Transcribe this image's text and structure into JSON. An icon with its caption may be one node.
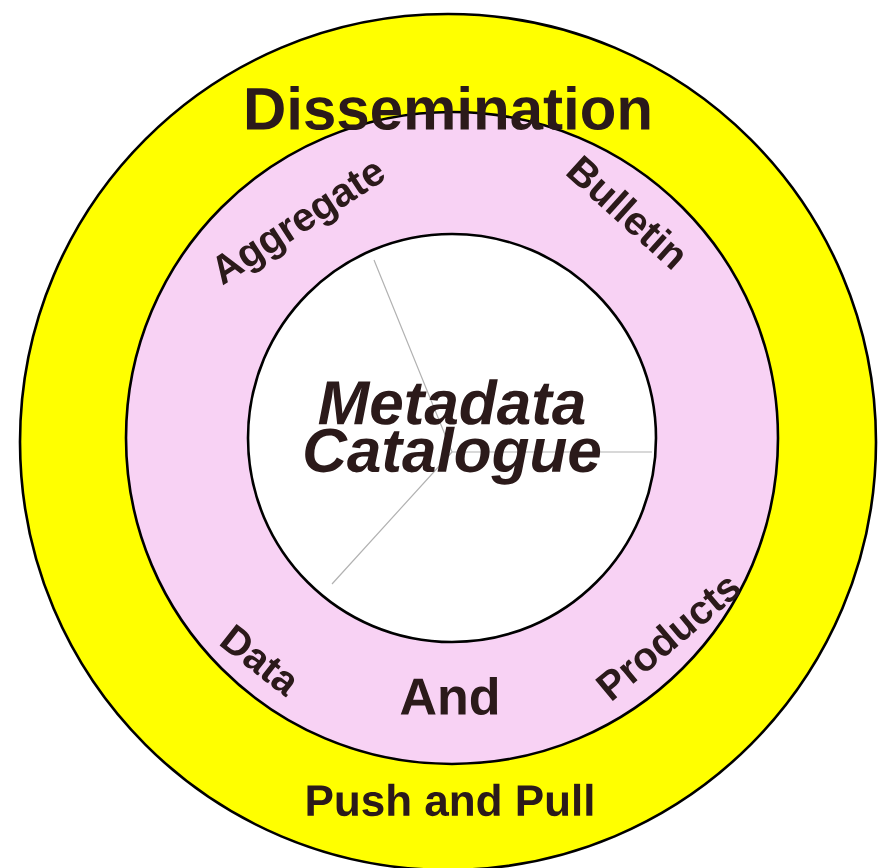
{
  "diagram": {
    "nodes": [
      {
        "text": [
          "Dissemination",
          "Push and Pull"
        ]
      },
      {
        "text": [
          "Aggregate",
          "Bulletin",
          "Data",
          "And",
          "Products"
        ],
        "in": 0
      },
      {
        "text": [
          "Metadata Catalogue"
        ],
        "in": 1
      }
    ]
  }
}
